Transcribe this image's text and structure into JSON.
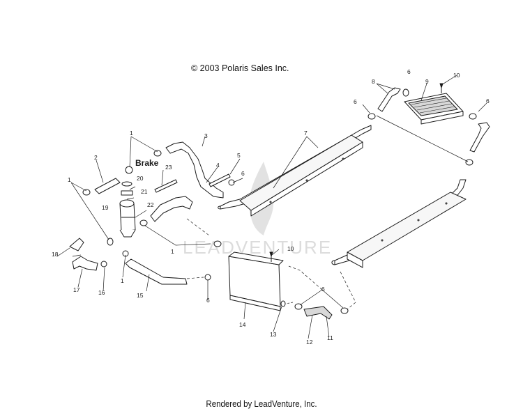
{
  "header": {
    "copyright": "© 2003 Polaris Sales Inc."
  },
  "footer": {
    "rendered_by": "Rendered by LeadVenture, Inc."
  },
  "watermark": {
    "text": "LEADVENTURE",
    "icon": "flame-logo-icon"
  },
  "labels": {
    "brake": "Brake",
    "c1a": "1",
    "c1b": "1",
    "c1c": "1",
    "c1d": "1",
    "c2": "2",
    "c3": "3",
    "c4": "4",
    "c5": "5",
    "c6a": "6",
    "c6b": "6",
    "c6c": "6",
    "c6d": "6",
    "c6e": "6",
    "c6f": "6",
    "c7": "7",
    "c8": "8",
    "c9": "9",
    "c10a": "10",
    "c10b": "10",
    "c11": "11",
    "c12": "12",
    "c13": "13",
    "c14": "14",
    "c15": "15",
    "c16": "16",
    "c17": "17",
    "c18": "18",
    "c19": "19",
    "c20": "20",
    "c21": "21",
    "c22": "22",
    "c23": "23"
  },
  "colors": {
    "line": "#1a1a1a",
    "fill": "#ffffff",
    "watermark": "#dcdcdc"
  }
}
